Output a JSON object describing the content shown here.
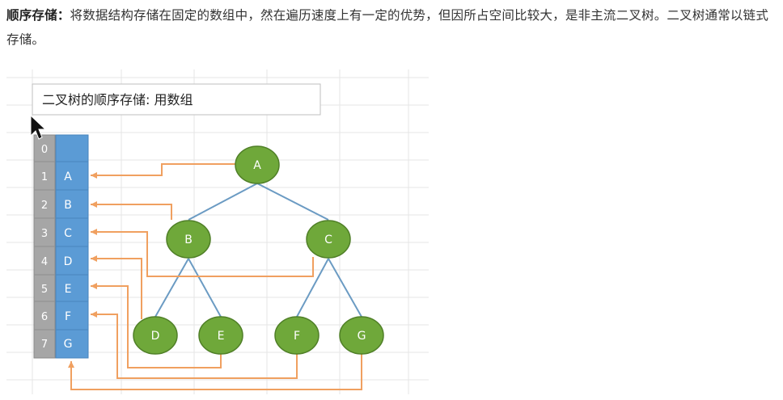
{
  "paragraph": {
    "term": "顺序存储",
    "sep": "：",
    "text": "将数据结构存储在固定的数组中，然在遍历速度上有一定的优势，但因所占空间比较大，是非主流二叉树。二叉树通常以链式存储。"
  },
  "figure": {
    "caption": "二叉树的顺序存储: 用数组",
    "indices": [
      "0",
      "1",
      "2",
      "3",
      "4",
      "5",
      "6",
      "7"
    ],
    "cells": [
      "",
      "A",
      "B",
      "C",
      "D",
      "E",
      "F",
      "G"
    ],
    "nodes": {
      "A": "A",
      "B": "B",
      "C": "C",
      "D": "D",
      "E": "E",
      "F": "F",
      "G": "G"
    },
    "colors": {
      "node_fill": "#6fa83a",
      "node_stroke": "#4f7f27",
      "array_fill": "#5b9bd5",
      "index_fill": "#a6a6a6",
      "edge": "#6b9bc3",
      "arrow": "#f0a060"
    }
  }
}
